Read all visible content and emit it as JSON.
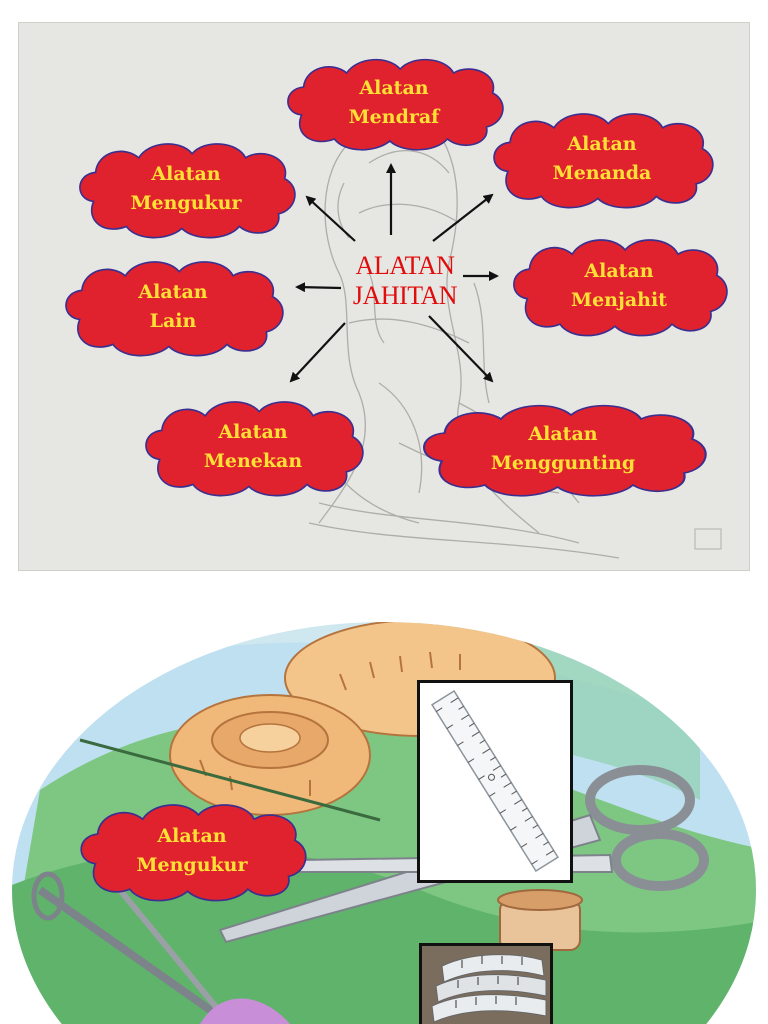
{
  "slide1": {
    "center_line1": "ALATAN",
    "center_line2": "JAHITAN",
    "clouds": [
      {
        "line1": "Alatan",
        "line2": "Mendraf"
      },
      {
        "line1": "Alatan",
        "line2": "Menanda"
      },
      {
        "line1": "Alatan",
        "line2": "Mengukur"
      },
      {
        "line1": "Alatan",
        "line2": "Menjahit"
      },
      {
        "line1": "Alatan",
        "line2": "Lain"
      },
      {
        "line1": "Alatan",
        "line2": "Menekan"
      },
      {
        "line1": "Alatan",
        "line2": "Menggunting"
      }
    ]
  },
  "slide2": {
    "cloud": {
      "line1": "Alatan",
      "line2": "Mengukur"
    }
  },
  "colors": {
    "cloud_fill": "#e0222f",
    "cloud_outline": "#3b2f8f",
    "cloud_text": "#ffe135",
    "center_text": "#e10c0c"
  }
}
